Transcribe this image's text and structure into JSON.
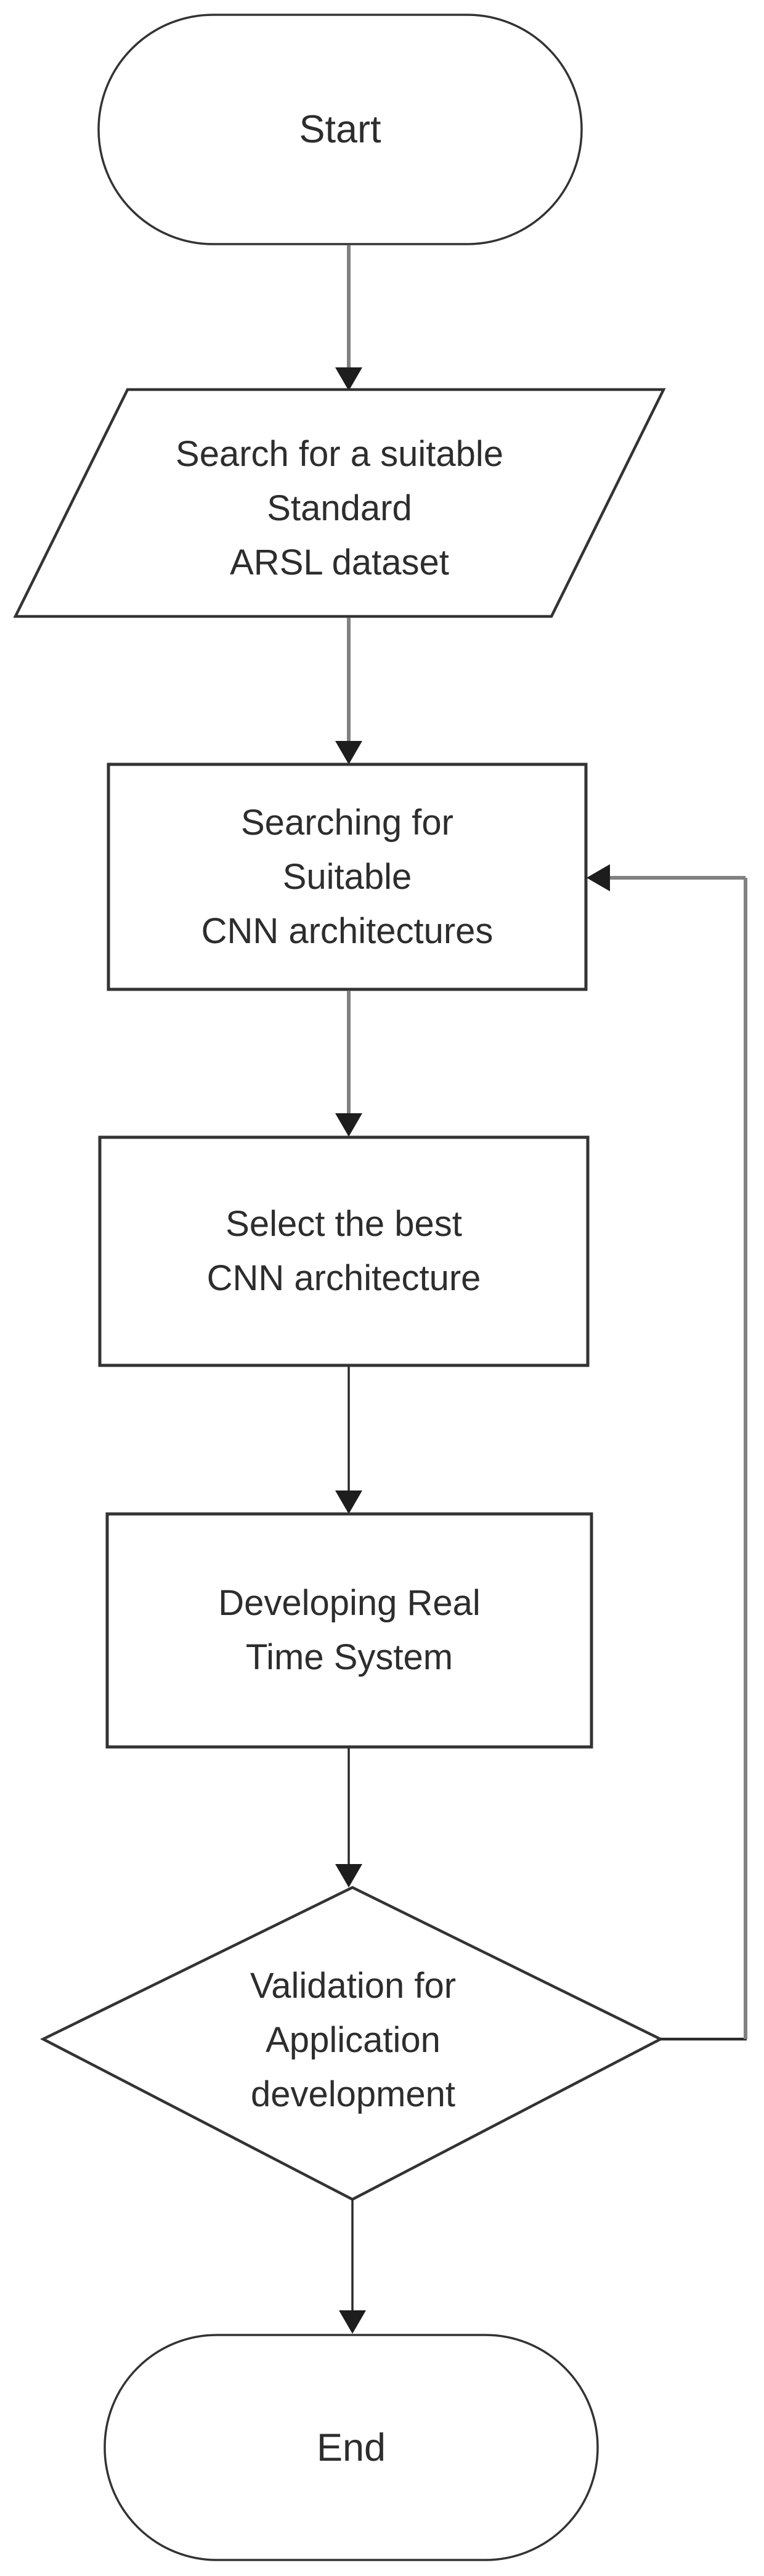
{
  "figure": {
    "type": "flowchart",
    "title": "ARSL CNN real-time system development methodology flowchart",
    "colors": {
      "bg": "#ffffff",
      "shape_border": "#333333",
      "arrow_line": "#818181",
      "arrow_head": "#1d1d1d",
      "dark_line": "#2a2a2a",
      "text": "#2d2d2d"
    },
    "nodes": {
      "start": {
        "shape": "terminator",
        "lines": [
          "Start"
        ]
      },
      "dataset_search": {
        "shape": "parallelogram",
        "lines": [
          "Search for a suitable",
          "Standard",
          "ARSL dataset"
        ]
      },
      "cnn_search": {
        "shape": "process",
        "lines": [
          "Searching for",
          "Suitable",
          "CNN architectures"
        ]
      },
      "cnn_select": {
        "shape": "process",
        "lines": [
          "Select the best",
          "CNN architecture"
        ]
      },
      "realtime_dev": {
        "shape": "process",
        "lines": [
          "Developing Real",
          "Time System"
        ]
      },
      "validation": {
        "shape": "decision",
        "lines": [
          "Validation for",
          "Application",
          "development"
        ]
      },
      "end": {
        "shape": "terminator",
        "lines": [
          "End"
        ]
      }
    },
    "edges": [
      {
        "from": "start",
        "to": "dataset_search",
        "kind": "flow"
      },
      {
        "from": "dataset_search",
        "to": "cnn_search",
        "kind": "flow"
      },
      {
        "from": "cnn_search",
        "to": "cnn_select",
        "kind": "flow"
      },
      {
        "from": "cnn_select",
        "to": "realtime_dev",
        "kind": "flow"
      },
      {
        "from": "realtime_dev",
        "to": "validation",
        "kind": "flow"
      },
      {
        "from": "validation",
        "to": "end",
        "kind": "flow"
      },
      {
        "from": "validation",
        "to": "cnn_search",
        "kind": "feedback-loop"
      }
    ]
  }
}
